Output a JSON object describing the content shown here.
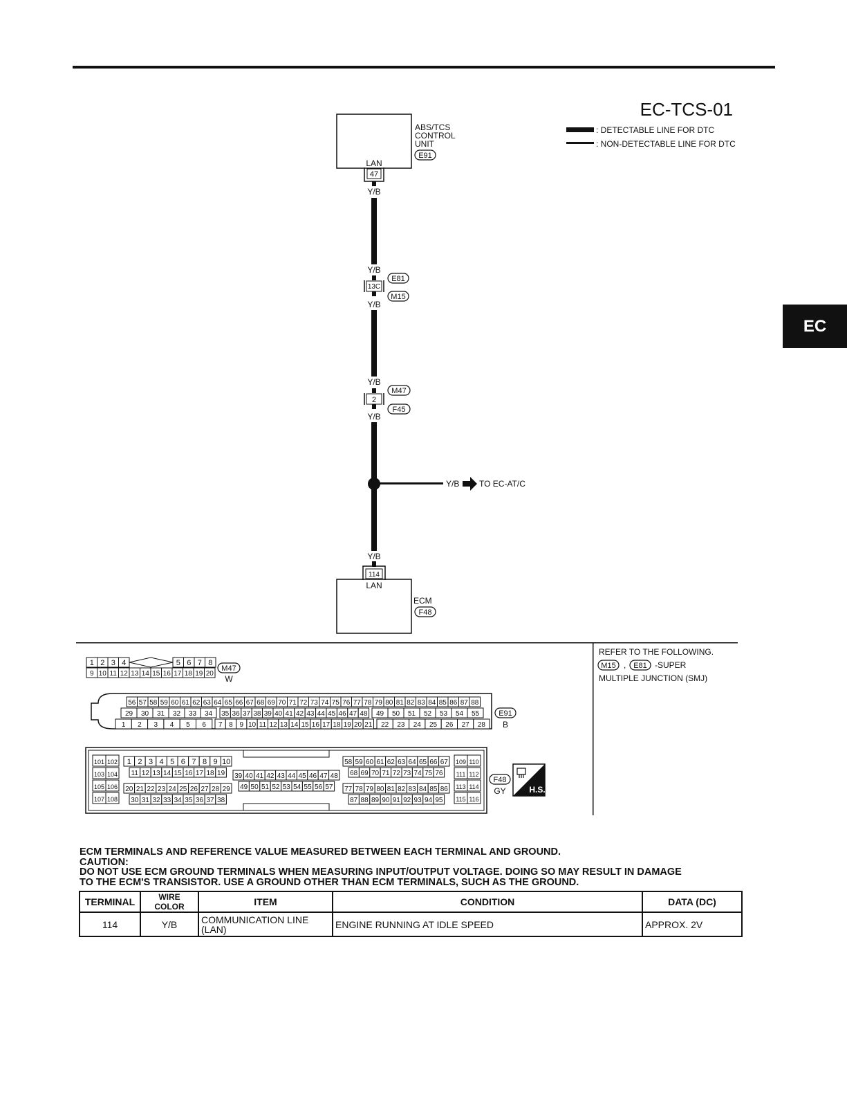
{
  "diagram_code": "EC-TCS-01",
  "side_tab": "EC",
  "legend": [
    {
      "label": ": DETECTABLE LINE FOR DTC",
      "kind": "thick"
    },
    {
      "label": ": NON-DETECTABLE LINE FOR DTC",
      "kind": "thin"
    }
  ],
  "abs_unit": {
    "label_lines": [
      "ABS/TCS",
      "CONTROL",
      "UNIT"
    ],
    "connector": "E91",
    "pin_label": "LAN",
    "pin": "47"
  },
  "junction1": {
    "pin": "13C",
    "connectors": [
      "E81",
      "M15"
    ]
  },
  "junction2": {
    "pin": "2",
    "connectors": [
      "M47",
      "F45"
    ]
  },
  "wire_color": "Y/B",
  "branch": {
    "wire": "Y/B",
    "to": "TO EC-AT/C"
  },
  "ecm": {
    "label": "ECM",
    "connector": "F48",
    "pin_label": "LAN",
    "pin": "114"
  },
  "smj_note": {
    "line1": "REFER TO THE FOLLOWING.",
    "conn_a": "M15",
    "sep": ",",
    "conn_b": "E81",
    "suffix": "-SUPER",
    "line3": "MULTIPLE JUNCTION (SMJ)"
  },
  "connector_views": {
    "m47": {
      "name": "M47",
      "color": "W"
    },
    "e91": {
      "name": "E91",
      "color": "B"
    },
    "f48": {
      "name": "F48",
      "color": "GY"
    },
    "hs_label": "H.S."
  },
  "notes": [
    "ECM TERMINALS AND REFERENCE VALUE MEASURED BETWEEN EACH TERMINAL AND GROUND.",
    "CAUTION:",
    "DO NOT USE ECM GROUND TERMINALS WHEN MEASURING INPUT/OUTPUT VOLTAGE. DOING SO MAY RESULT IN  DAMAGE",
    "TO THE  ECM'S TRANSISTOR. USE A GROUND OTHER THAN ECM TERMINALS, SUCH AS THE GROUND."
  ],
  "table": {
    "headers": [
      "TERMINAL",
      "WIRE COLOR",
      "ITEM",
      "CONDITION",
      "DATA (DC)"
    ],
    "rows": [
      {
        "terminal": "114",
        "wire": "Y/B",
        "item": "COMMUNICATION LINE (LAN)",
        "condition": "ENGINE RUNNING AT IDLE SPEED",
        "data": "APPROX. 2V"
      }
    ]
  }
}
